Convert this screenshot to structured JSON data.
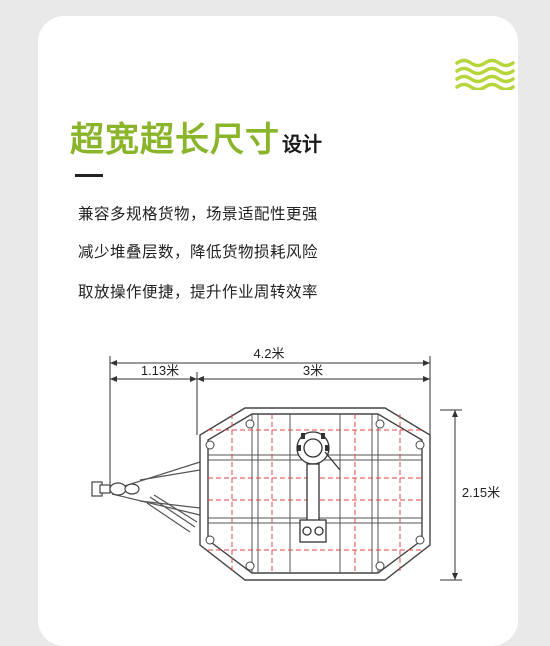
{
  "title": {
    "main": "超宽超长尺寸",
    "sub": "设计"
  },
  "features": [
    "兼容多规格货物，场景适配性更强",
    "减少堆叠层数，降低货物损耗风险",
    "取放操作便捷，提升作业周转效率"
  ],
  "dimensions": {
    "total_length": "4.2米",
    "hitch_length": "1.13米",
    "bed_length": "3米",
    "width": "2.15米"
  },
  "colors": {
    "accent": "#8ab52a",
    "dimension_red": "#e14545"
  }
}
